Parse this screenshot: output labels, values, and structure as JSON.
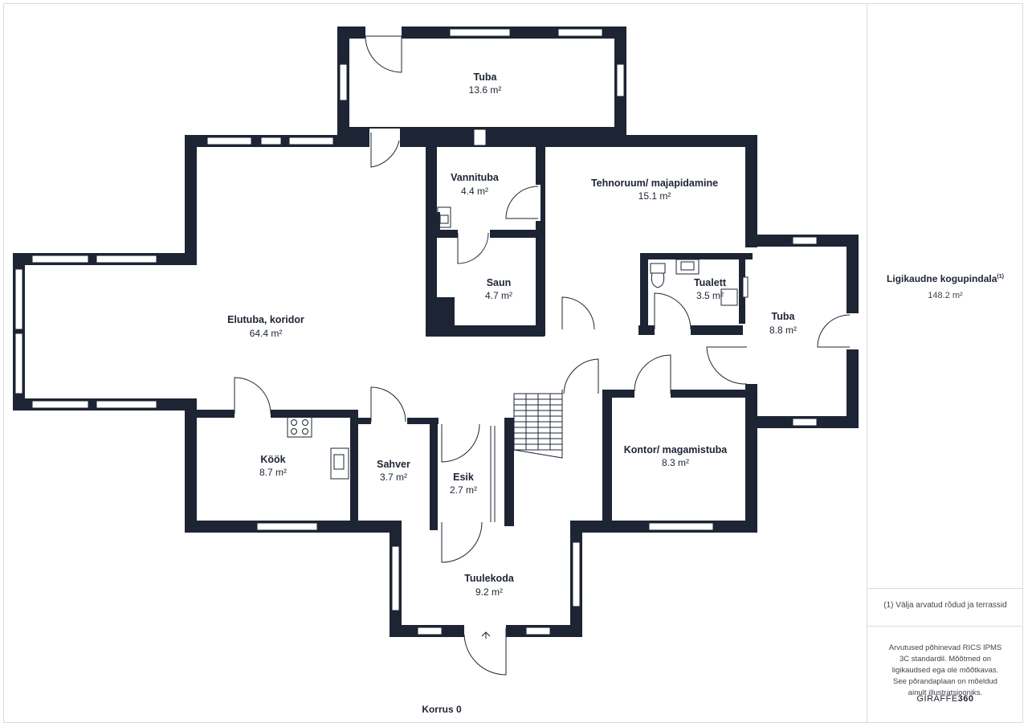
{
  "rooms": [
    {
      "name": "Tuba",
      "area": "13.6 m²"
    },
    {
      "name": "Vannituba",
      "area": "4.4 m²"
    },
    {
      "name": "Tehnoruum/ majapidamine",
      "area": "15.1 m²"
    },
    {
      "name": "Saun",
      "area": "4.7 m²"
    },
    {
      "name": "Tualett",
      "area": "3.5 m²"
    },
    {
      "name": "Elutuba, koridor",
      "area": "64.4 m²"
    },
    {
      "name": "Tuba",
      "area": "8.8 m²"
    },
    {
      "name": "Köök",
      "area": "8.7 m²"
    },
    {
      "name": "Sahver",
      "area": "3.7 m²"
    },
    {
      "name": "Esik",
      "area": "2.7 m²"
    },
    {
      "name": "Kontor/ magamistuba",
      "area": "8.3 m²"
    },
    {
      "name": "Tuulekoda",
      "area": "9.2 m²"
    }
  ],
  "floor_label": "Korrus 0",
  "sidebar": {
    "total_label": "Ligikaudne kogupindala",
    "total_marker": "(1)",
    "total_value": "148.2 m²",
    "footnote": "(1) Välja arvatud rõdud ja terrassid",
    "disclaimer": "Arvutused põhinevad RICS IPMS 3C standardil. Mõõtmed on ligikaudsed ega ole mõõtkavas. See põrandaplaan on mõeldud ainult illustratsiooniks.",
    "logo_text": "GIRAFFE",
    "logo_num": "360"
  },
  "colors": {
    "wall": "#1d2433",
    "window": "#ffffff",
    "line": "#1d2433"
  }
}
